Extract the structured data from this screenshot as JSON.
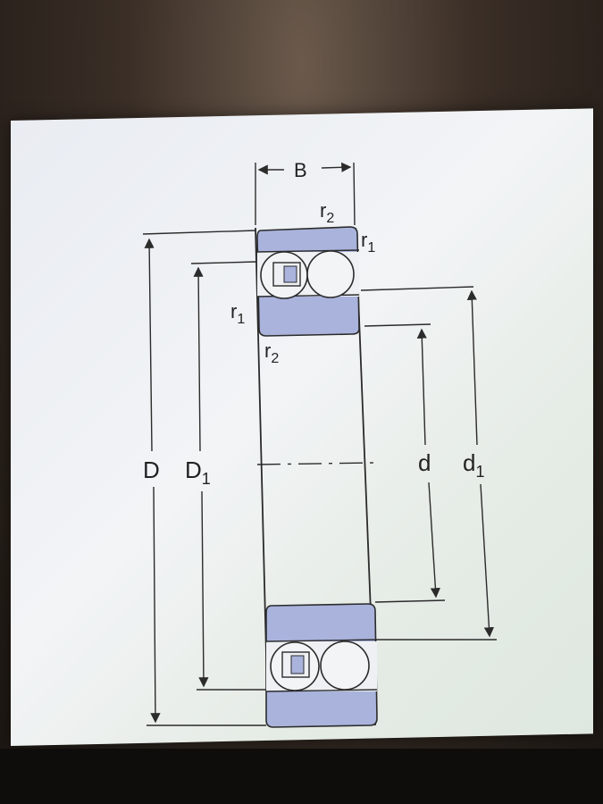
{
  "labels": {
    "width": "B",
    "outer_diameter": "D",
    "outer_ring_diameter": "D",
    "outer_ring_sub": "1",
    "bore_diameter": "d",
    "inner_ring_diameter": "d",
    "inner_ring_sub": "1",
    "chamfer_r": "r",
    "sub_1": "1",
    "sub_2": "2"
  },
  "colors": {
    "ring_fill": "#a9b3dc",
    "line": "#2b2b2b",
    "paper": "#eef0f3"
  }
}
